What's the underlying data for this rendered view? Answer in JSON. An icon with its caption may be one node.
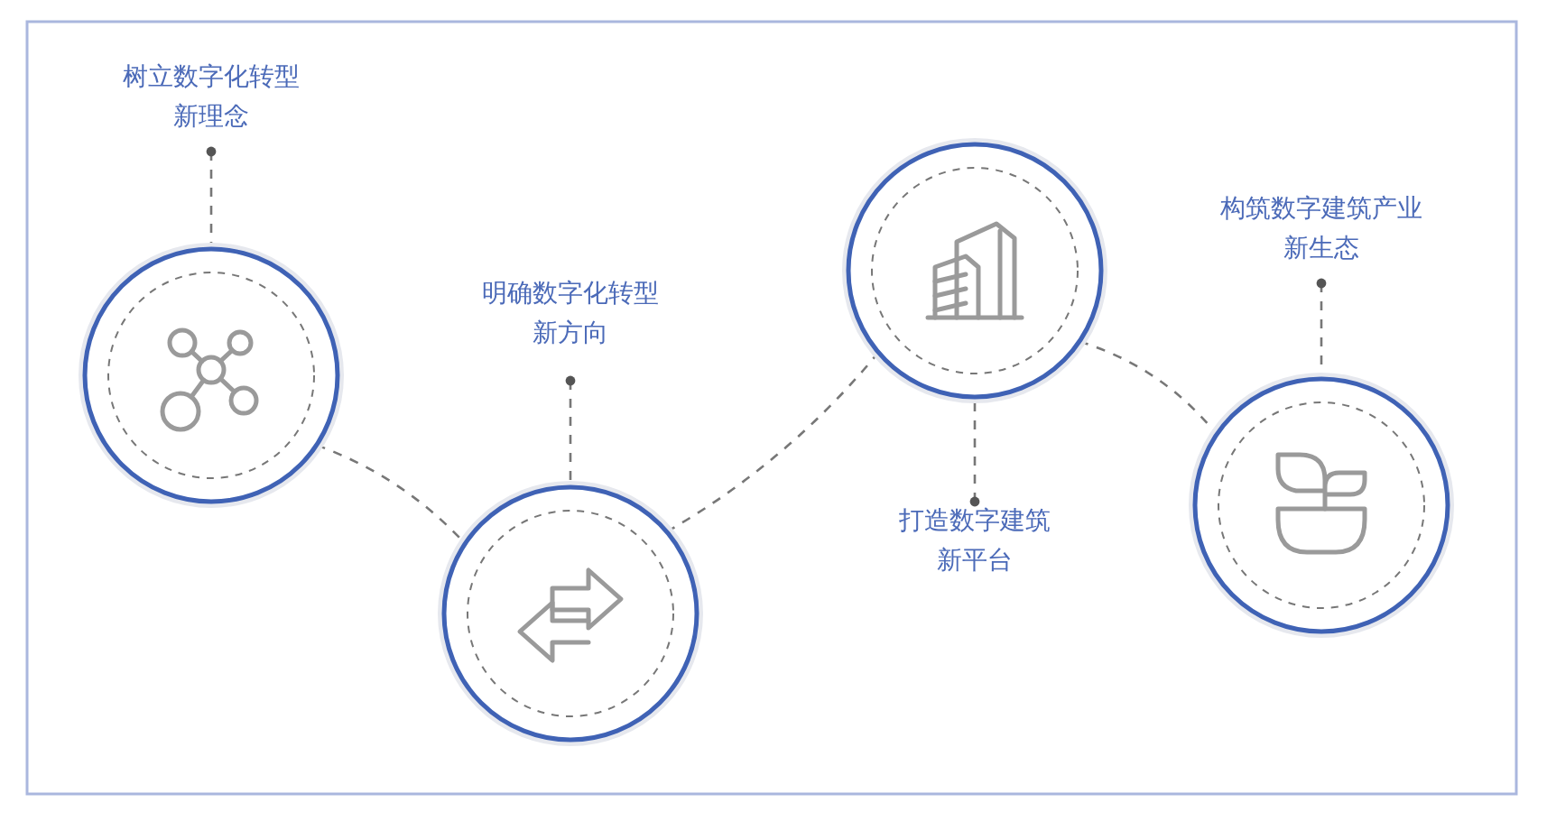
{
  "diagram": {
    "nodes": [
      {
        "text": [
          "树立数字化转型新理念"
        ]
      },
      {
        "text": [],
        "shape": "circle"
      },
      {
        "text": [
          "明确数字化转型新方向"
        ]
      },
      {
        "text": [],
        "shape": "circle"
      },
      {
        "text": [],
        "shape": "circle"
      },
      {
        "text": [
          "打造数字建筑新平台"
        ]
      },
      {
        "text": [
          "构筑数字建筑产业新生态"
        ]
      },
      {
        "text": [],
        "shape": "circle"
      }
    ],
    "edges": [
      {
        "from": 0,
        "to": 1,
        "arrow": "other",
        "style": "dashed"
      },
      {
        "from": 2,
        "to": 3,
        "arrow": "other",
        "style": "dashed"
      },
      {
        "from": 5,
        "to": 4,
        "arrow": "other",
        "style": "dashed"
      },
      {
        "from": 6,
        "to": 7,
        "arrow": "other",
        "style": "dashed"
      },
      {
        "from": 1,
        "to": 3,
        "arrow": "none",
        "style": "dashed"
      },
      {
        "from": 3,
        "to": 4,
        "arrow": "none",
        "style": "dashed"
      },
      {
        "from": 4,
        "to": 7,
        "arrow": "none",
        "style": "dashed"
      }
    ]
  }
}
